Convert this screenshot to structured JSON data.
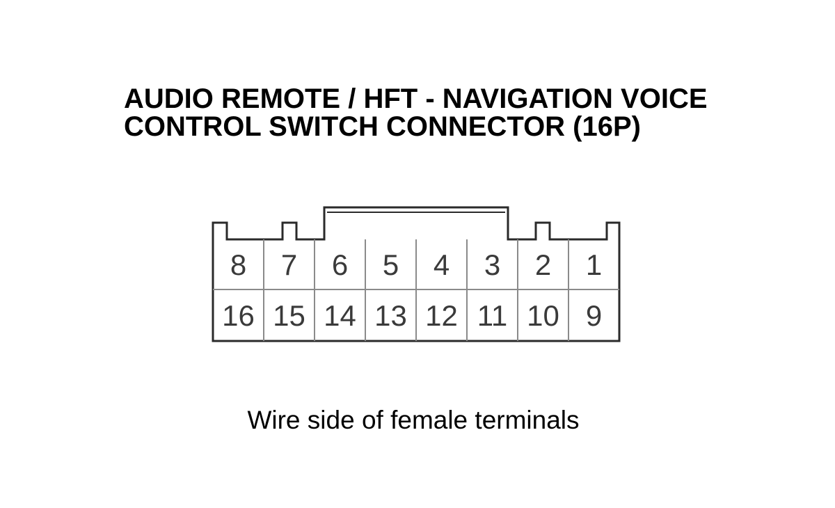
{
  "diagram": {
    "title_lines": [
      "AUDIO REMOTE / HFT - NAVIGATION VOICE",
      "CONTROL SWITCH CONNECTOR (16P)"
    ],
    "caption": "Wire side of female terminals",
    "connector": {
      "pin_count": "16P",
      "top_row": [
        "8",
        "7",
        "6",
        "5",
        "4",
        "3",
        "2",
        "1"
      ],
      "bottom_row": [
        "16",
        "15",
        "14",
        "13",
        "12",
        "11",
        "10",
        "9"
      ]
    },
    "colors": {
      "outline": "#2a2a2a",
      "grid": "#8a8a8a",
      "pin_text": "#3a3a3a"
    }
  }
}
